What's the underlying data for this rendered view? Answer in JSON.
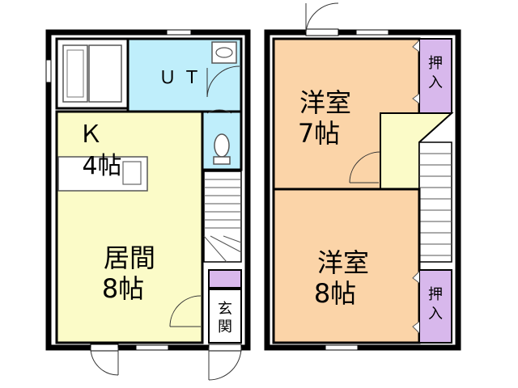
{
  "rooms": {
    "ut": {
      "label": "ＵＴ"
    },
    "kitchen": {
      "name": "Ｋ",
      "size": "4帖"
    },
    "living": {
      "name": "居間",
      "size": "8帖"
    },
    "genkan": {
      "name": "玄",
      "name2": "関"
    },
    "bedroom_upper": {
      "name": "洋室",
      "size": "7帖"
    },
    "bedroom_lower": {
      "name": "洋室",
      "size": "8帖"
    },
    "closet_upper": {
      "name": "押",
      "name2": "入"
    },
    "closet_lower": {
      "name": "押",
      "name2": "入"
    }
  },
  "colors": {
    "wall": "#000000",
    "ut": "#bfeefb",
    "living": "#fbfbc8",
    "bedroom": "#fbd4a8",
    "closet": "#d8b8ec",
    "landing": "#fbfbc8"
  }
}
